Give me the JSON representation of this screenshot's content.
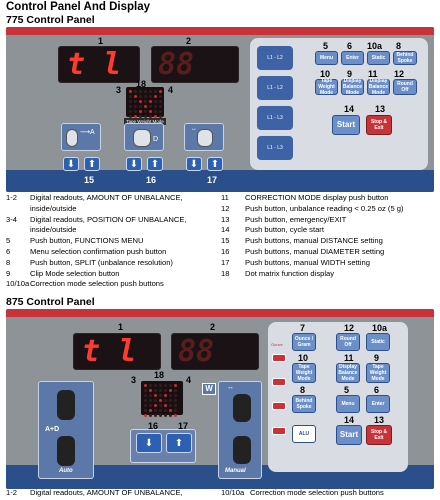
{
  "heading": "Control Panel And Display",
  "panel775": {
    "title": "775 Control Panel",
    "callouts": [
      "1",
      "2",
      "3",
      "4",
      "18",
      "15",
      "16",
      "17"
    ],
    "display_left": "t l",
    "right_buttons": [
      {
        "num": "5",
        "label": "Menu"
      },
      {
        "num": "6",
        "label": "Enter"
      },
      {
        "num": "10a",
        "label": "Static"
      },
      {
        "num": "8",
        "label": "Behind Spoke"
      },
      {
        "num": "10",
        "label": "Tape Weight Mode"
      },
      {
        "num": "9",
        "label": "Display Balance Mode"
      },
      {
        "num": "11",
        "label": "Display Balance Mode"
      },
      {
        "num": "12",
        "label": "Round Off"
      }
    ],
    "start": {
      "num": "14",
      "label": "Start"
    },
    "stop": {
      "num": "13",
      "label": "Stop & Exit"
    },
    "dot_label": "Tape Weight Mode",
    "clip_labels": [
      "L1 - L2",
      "L1 - L2",
      "L1 - L3",
      "L1 - L3"
    ]
  },
  "legend": {
    "left": [
      {
        "k": "1-2",
        "v": "Digital readouts, AMOUNT OF UNBALANCE, inside/outside"
      },
      {
        "k": "3-4",
        "v": "Digital readouts, POSITION OF UNBALANCE, inside/outside"
      },
      {
        "k": "5",
        "v": "Push button, FUNCTIONS MENU"
      },
      {
        "k": "6",
        "v": "Menu selection confirmation push button"
      },
      {
        "k": "8",
        "v": "Push button, SPLIT (unbalance resolution)"
      },
      {
        "k": "9",
        "v": "Clip Mode selection button"
      },
      {
        "k": "10/10a",
        "v": "Correction mode selection push buttons"
      }
    ],
    "right": [
      {
        "k": "11",
        "v": "CORRECTION MODE display push button"
      },
      {
        "k": "12",
        "v": "Push button, unbalance reading < 0.25 oz (5 g)"
      },
      {
        "k": "13",
        "v": "Push button, emergency/EXIT"
      },
      {
        "k": "14",
        "v": "Push button, cycle start"
      },
      {
        "k": "15",
        "v": "Push buttons, manual DISTANCE setting"
      },
      {
        "k": "16",
        "v": "Push buttons, manual DIAMETER setting"
      },
      {
        "k": "17",
        "v": "Push buttons, manual WIDTH setting"
      },
      {
        "k": "18",
        "v": "Dot matrix function display"
      }
    ]
  },
  "panel875": {
    "title": "875 Control Panel",
    "callouts": [
      "1",
      "2",
      "3",
      "18",
      "4",
      "16",
      "17"
    ],
    "display_left": "t l",
    "left_label_top": "A+D",
    "left_label_bottom": "Auto",
    "right_label_bottom": "Manual",
    "w_badge": "W",
    "side_label": "Ounce",
    "buttons": [
      {
        "num": "7",
        "label": "Ounce / Gram"
      },
      {
        "num": "12",
        "label": "Round Off"
      },
      {
        "num": "10a",
        "label": "Static"
      },
      {
        "num": "10",
        "label": "Tape Weight Mode"
      },
      {
        "num": "11",
        "label": "Display Balance Mode"
      },
      {
        "num": "9",
        "label": "Tape Weight Mode"
      },
      {
        "num": "8",
        "label": "Behind Spoke"
      },
      {
        "num": "5",
        "label": "Menu"
      },
      {
        "num": "6",
        "label": "Enter"
      },
      {
        "num": "",
        "label": "ALU"
      }
    ],
    "start": {
      "num": "14",
      "label": "Start"
    },
    "stop": {
      "num": "13",
      "label": "Stop & Exit"
    }
  },
  "footer": {
    "k1": "1-2",
    "v1": "Digital readouts, AMOUNT OF UNBALANCE,",
    "k2": "10/10a",
    "v2": "Correction mode selection push buttons"
  },
  "colors": {
    "panel_blue": "#2b4f8a",
    "panel_grey": "#8e9398",
    "accent_red": "#c8333a",
    "led_red": "#ff3b30"
  }
}
